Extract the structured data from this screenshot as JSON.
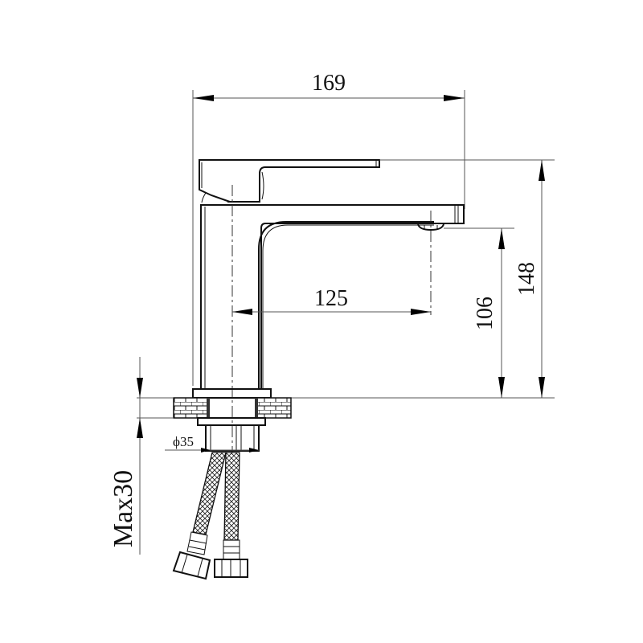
{
  "drawing": {
    "title": "Basin mixer faucet side elevation",
    "line_color": "#111111",
    "dimension_color": "#555555",
    "background": "#ffffff"
  },
  "dimensions": {
    "overall_width": {
      "label": "169",
      "unit": "mm",
      "orientation": "horizontal"
    },
    "spout_reach": {
      "label": "125",
      "unit": "mm",
      "orientation": "horizontal"
    },
    "spout_height": {
      "label": "106",
      "unit": "mm",
      "orientation": "vertical"
    },
    "overall_height": {
      "label": "148",
      "unit": "mm",
      "orientation": "vertical"
    },
    "hole_diameter": {
      "label": "ϕ35",
      "unit": "mm",
      "orientation": "horizontal"
    },
    "max_deck_thickness": {
      "label": "Max30",
      "unit": "mm",
      "orientation": "vertical"
    }
  },
  "components": [
    {
      "name": "lever-handle"
    },
    {
      "name": "faucet-body"
    },
    {
      "name": "spout"
    },
    {
      "name": "aerator"
    },
    {
      "name": "base-flange"
    },
    {
      "name": "countertop"
    },
    {
      "name": "mounting-nut"
    },
    {
      "name": "shank"
    },
    {
      "name": "braided-hose-left"
    },
    {
      "name": "braided-hose-right"
    },
    {
      "name": "hose-nut-left"
    },
    {
      "name": "hose-nut-right"
    }
  ]
}
